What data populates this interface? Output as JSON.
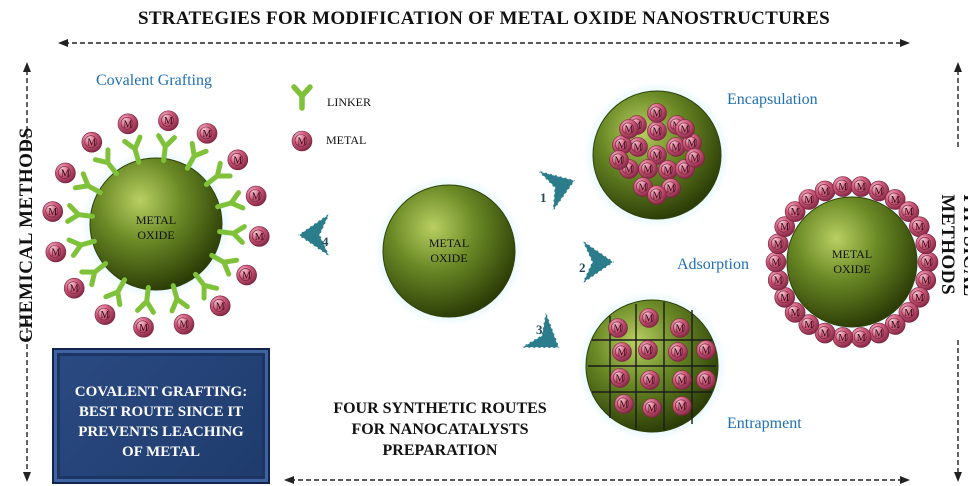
{
  "title": "STRATEGIES FOR MODIFICATION  OF METAL OXIDE NANOSTRUCTURES",
  "side_left": "CHEMICAL METHODS",
  "side_right": "PHYSICAL METHODS",
  "labels": {
    "covalent_grafting": "Covalent Grafting",
    "encapsulation": "Encapsulation",
    "adsorption": "Adsorption",
    "entrapment": "Entrapment"
  },
  "legend": {
    "linker": "LINKER",
    "metal": "METAL"
  },
  "core": {
    "line1": "METAL",
    "line2": "OXIDE"
  },
  "metal_symbol": "M",
  "routes": {
    "line1": "FOUR SYNTHETIC ROUTES",
    "line2": "FOR NANOCATALYSTS",
    "line3": "PREPARATION"
  },
  "route_numbers": [
    "1",
    "2",
    "3",
    "4"
  ],
  "box": {
    "line1": "COVALENT GRAFTING:",
    "line2": "BEST ROUTE SINCE IT",
    "line3": "PREVENTS LEACHING",
    "line4": "OF METAL"
  },
  "colors": {
    "core": "#5f7a22",
    "core_dark": "#2f4208",
    "metal": "#c2506f",
    "linker": "#7fc23a",
    "arrow": "#2b7d8c",
    "glow": "#c6eefb",
    "box": "#25457a"
  }
}
